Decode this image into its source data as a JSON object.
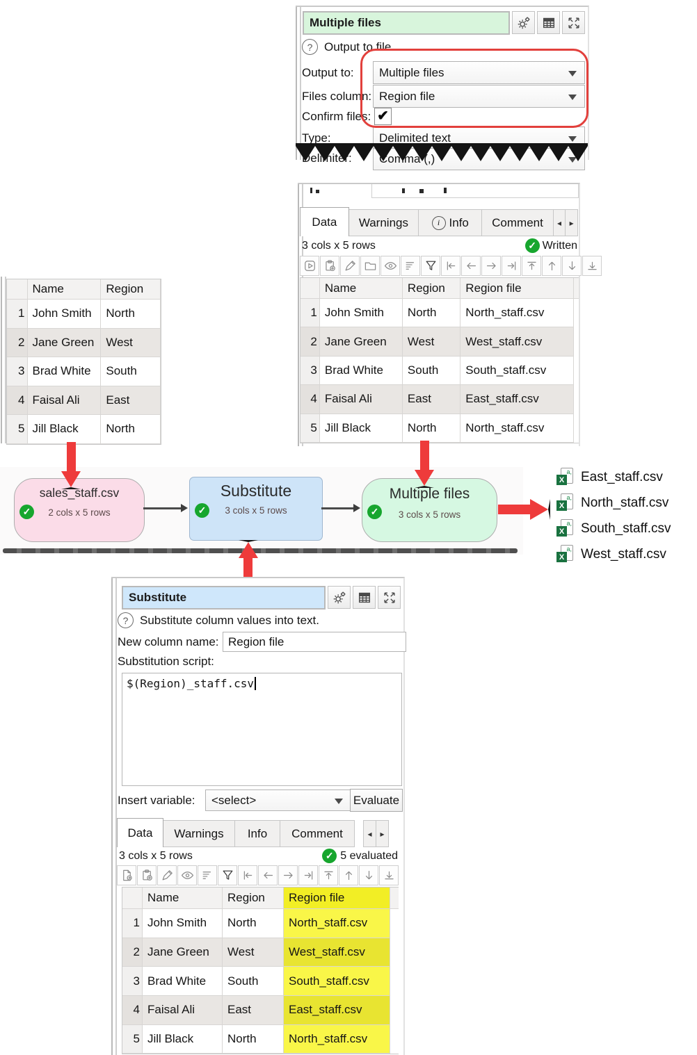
{
  "output_panel": {
    "title": "Multiple files",
    "help": "Output to file.",
    "output_to_label": "Output to:",
    "output_to_value": "Multiple files",
    "files_column_label": "Files column:",
    "files_column_value": "Region file",
    "confirm_label": "Confirm files:",
    "confirm_checked": true,
    "type_label": "Type:",
    "type_value": "Delimited text",
    "delimiter_label": "Delimiter:",
    "delimiter_value": "Comma (,)",
    "title_buttons": [
      "settings",
      "table-view",
      "maximize"
    ]
  },
  "input_table": {
    "headers": [
      "Name",
      "Region"
    ],
    "rows": [
      {
        "n": "1",
        "name": "John Smith",
        "region": "North"
      },
      {
        "n": "2",
        "name": "Jane Green",
        "region": "West"
      },
      {
        "n": "3",
        "name": "Brad White",
        "region": "South"
      },
      {
        "n": "4",
        "name": "Faisal Ali",
        "region": "East"
      },
      {
        "n": "5",
        "name": "Jill Black",
        "region": "North"
      }
    ]
  },
  "data_panel": {
    "tabs": [
      "Data",
      "Warnings",
      "Info",
      "Comment"
    ],
    "dims": "3 cols x 5 rows",
    "status": "Written",
    "toolbar_icons": [
      "play",
      "paste",
      "edit",
      "folder",
      "eye",
      "rows",
      "filter",
      "first-col",
      "prev-col",
      "next-col",
      "last-col",
      "top-row",
      "up-row",
      "down-row",
      "bottom-row"
    ],
    "headers": [
      "Name",
      "Region",
      "Region file"
    ],
    "rows": [
      {
        "n": "1",
        "name": "John Smith",
        "region": "North",
        "file": "North_staff.csv"
      },
      {
        "n": "2",
        "name": "Jane Green",
        "region": "West",
        "file": "West_staff.csv"
      },
      {
        "n": "3",
        "name": "Brad White",
        "region": "South",
        "file": "South_staff.csv"
      },
      {
        "n": "4",
        "name": "Faisal Ali",
        "region": "East",
        "file": "East_staff.csv"
      },
      {
        "n": "5",
        "name": "Jill Black",
        "region": "North",
        "file": "North_staff.csv"
      }
    ]
  },
  "flow": {
    "nodes": [
      {
        "title": "sales_staff.csv",
        "subtitle": "2 cols x 5 rows"
      },
      {
        "title": "Substitute",
        "subtitle": "3 cols x 5 rows"
      },
      {
        "title": "Multiple files",
        "subtitle": "3 cols x 5 rows"
      }
    ],
    "output_files": [
      "East_staff.csv",
      "North_staff.csv",
      "South_staff.csv",
      "West_staff.csv"
    ],
    "node_colors": {
      "source": "#fbdce8",
      "transform": "#cee4f8",
      "output": "#d6f8e2"
    },
    "annotation_color": "#ee3b3b"
  },
  "substitute_panel": {
    "title": "Substitute",
    "help": "Substitute column values into text.",
    "new_column_label": "New column name:",
    "new_column_value": "Region file",
    "script_label": "Substitution script:",
    "script_value": "$(Region)_staff.csv",
    "insert_variable_label": "Insert variable:",
    "insert_variable_value": "<select>",
    "evaluate_label": "Evaluate",
    "tabs": [
      "Data",
      "Warnings",
      "Info",
      "Comment"
    ],
    "dims": "3 cols x 5 rows",
    "status": "5 evaluated",
    "toolbar_icons": [
      "new-doc",
      "paste",
      "edit",
      "eye",
      "rows",
      "filter",
      "first-col",
      "prev-col",
      "next-col",
      "last-col",
      "top-row",
      "up-row",
      "down-row",
      "bottom-row"
    ],
    "title_buttons": [
      "settings",
      "table-view",
      "maximize"
    ],
    "headers": [
      "Name",
      "Region",
      "Region file"
    ],
    "highlight_color": "#f9f648",
    "rows": [
      {
        "n": "1",
        "name": "John Smith",
        "region": "North",
        "file": "North_staff.csv"
      },
      {
        "n": "2",
        "name": "Jane Green",
        "region": "West",
        "file": "West_staff.csv"
      },
      {
        "n": "3",
        "name": "Brad White",
        "region": "South",
        "file": "South_staff.csv"
      },
      {
        "n": "4",
        "name": "Faisal Ali",
        "region": "East",
        "file": "East_staff.csv"
      },
      {
        "n": "5",
        "name": "Jill Black",
        "region": "North",
        "file": "North_staff.csv"
      }
    ]
  }
}
